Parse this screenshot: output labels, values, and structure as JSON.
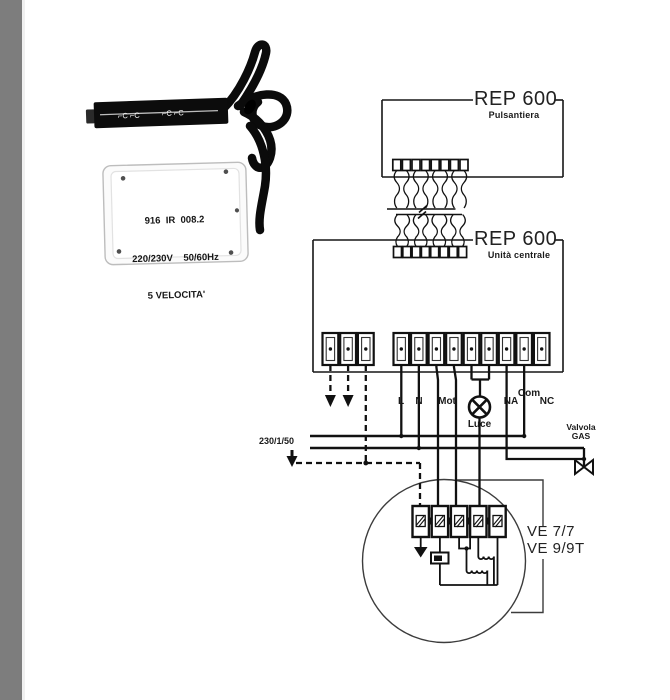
{
  "photo": {
    "bar_marks": "⌐C ⌐C",
    "bar_marks2": "⌐C ⌐C",
    "box": {
      "line1": "916  IR  008.2",
      "line2": "220/230V    50/60Hz",
      "line3": "5 VELOCITA'"
    }
  },
  "diagram": {
    "pulsantiera": {
      "title": "REP 600",
      "subtitle": "Pulsantiera"
    },
    "central": {
      "title": "REP 600",
      "subtitle": "Unità centrale"
    },
    "labels": {
      "l": "L",
      "n": "N",
      "mot": "Mot",
      "luce": "Luce",
      "na": "NA",
      "com": "Com",
      "nc": "NC"
    },
    "supply_label": "230/1/50",
    "valve": {
      "line1": "Valvola",
      "line2": "GAS"
    },
    "fan": {
      "model1": "VE 7/7",
      "model2": "VE 9/9T"
    }
  }
}
